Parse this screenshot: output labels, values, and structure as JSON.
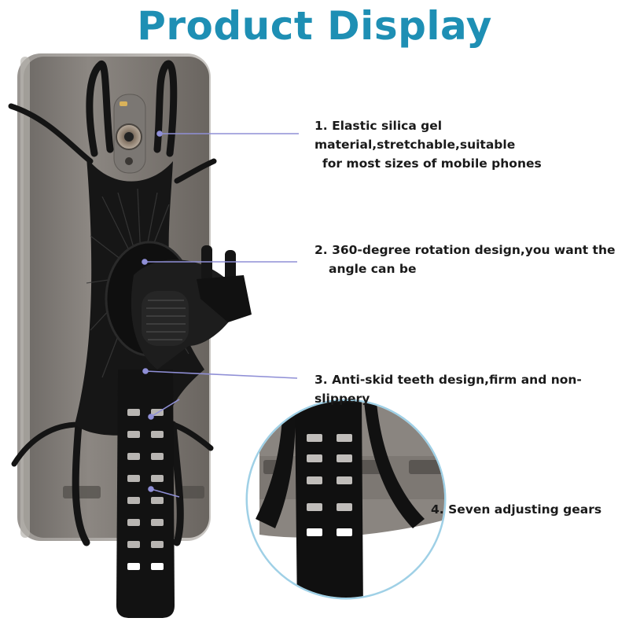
{
  "title": "Product Display",
  "features": [
    {
      "line1": "1. Elastic silica gel material,stretchable,suitable",
      "line2": "for most sizes of mobile phones"
    },
    {
      "line1": "2. 360-degree rotation design,you want the",
      "line2": "angle can be"
    },
    {
      "line1": "3. Anti-skid teeth design,firm and non-slippery",
      "line2": ""
    },
    {
      "line1": "4. Seven adjusting gears",
      "line2": ""
    }
  ],
  "colors": {
    "title": "#1e8fb4",
    "callout_line": "#8f8fd6",
    "text": "#1a1a1a"
  }
}
